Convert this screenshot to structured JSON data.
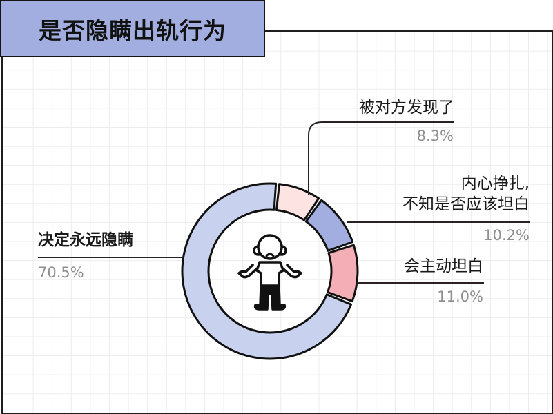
{
  "title": "是否隐瞒出轨行为",
  "colors": {
    "title_bg": "#A3AEE0",
    "slice_decide_conceal": "#C8D2EE",
    "slice_discovered": "#FDE3E1",
    "slice_struggle": "#A3AEE0",
    "slice_confess": "#F4AEB6",
    "percent_text": "#8F8F8F"
  },
  "center_icon": "shrugging-person-icon",
  "labels": {
    "decide_conceal": {
      "text": "决定永远隐瞒",
      "pct": "70.5%"
    },
    "discovered": {
      "text": "被对方发现了",
      "pct": "8.3%"
    },
    "struggle_line1": "内心挣扎,",
    "struggle_line2": "不知是否应该坦白",
    "struggle_pct": "10.2%",
    "confess": {
      "text": "会主动坦白",
      "pct": "11.0%"
    }
  },
  "chart_data": {
    "type": "pie",
    "variant": "donut",
    "title": "是否隐瞒出轨行为",
    "categories": [
      "决定永远隐瞒",
      "被对方发现了",
      "内心挣扎,不知是否应该坦白",
      "会主动坦白"
    ],
    "values": [
      70.5,
      8.3,
      10.2,
      11.0
    ],
    "unit": "%",
    "colors": [
      "#C8D2EE",
      "#FDE3E1",
      "#A3AEE0",
      "#F4AEB6"
    ],
    "legend": "leader-line labels",
    "grid": true
  }
}
